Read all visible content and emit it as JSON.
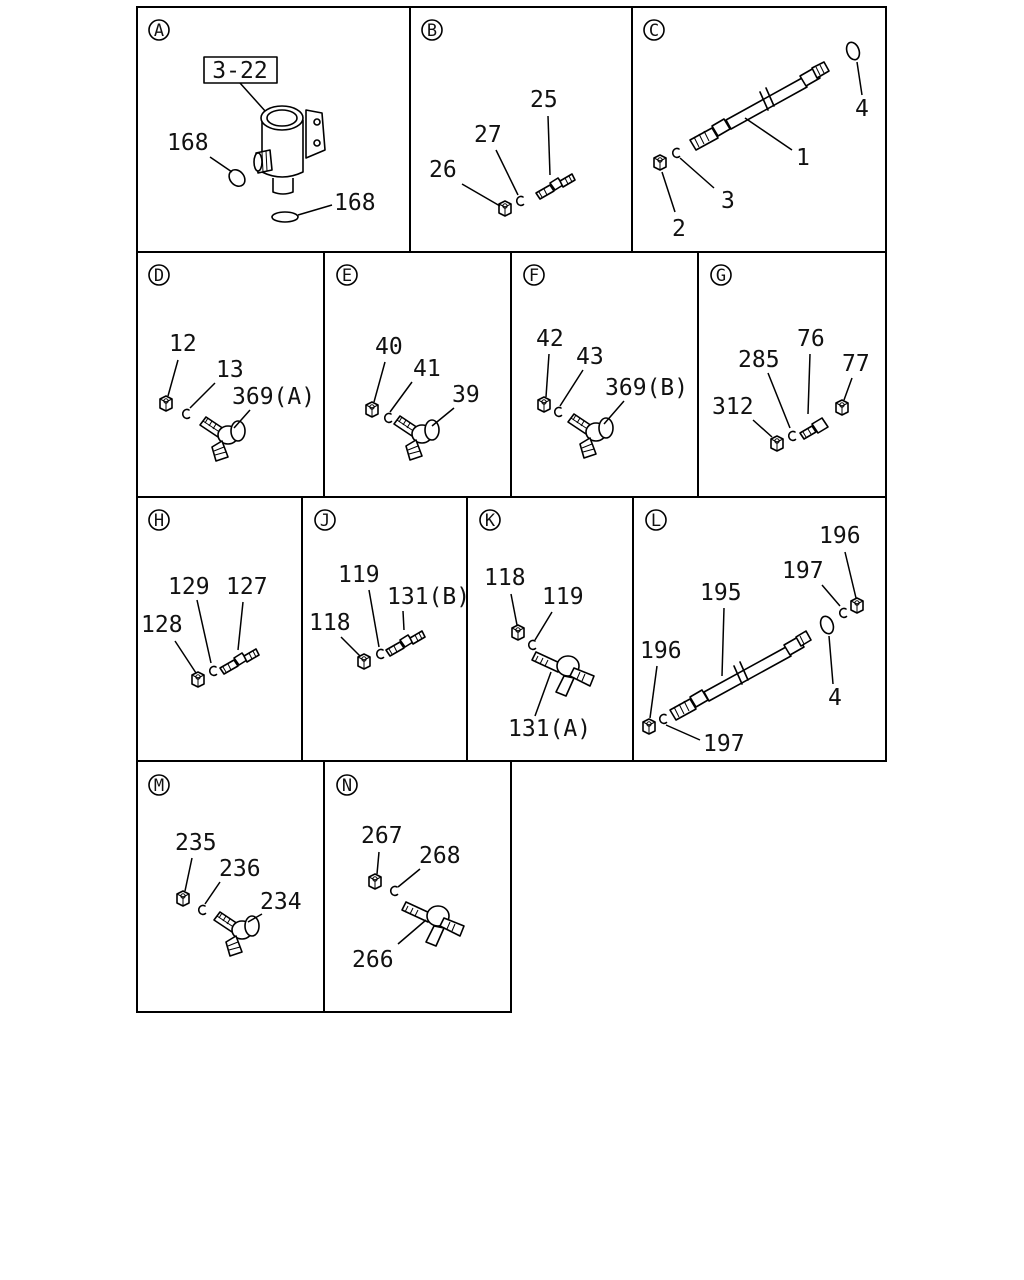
{
  "panels": [
    {
      "id": "A",
      "labels": [
        "3-22",
        "168",
        "168"
      ]
    },
    {
      "id": "B",
      "labels": [
        "25",
        "27",
        "26"
      ]
    },
    {
      "id": "C",
      "labels": [
        "4",
        "1",
        "3",
        "2"
      ]
    },
    {
      "id": "D",
      "labels": [
        "12",
        "13",
        "369(A)"
      ]
    },
    {
      "id": "E",
      "labels": [
        "40",
        "41",
        "39"
      ]
    },
    {
      "id": "F",
      "labels": [
        "42",
        "43",
        "369(B)"
      ]
    },
    {
      "id": "G",
      "labels": [
        "76",
        "285",
        "77",
        "312"
      ]
    },
    {
      "id": "H",
      "labels": [
        "129",
        "127",
        "128"
      ]
    },
    {
      "id": "J",
      "labels": [
        "119",
        "131(B)",
        "118"
      ]
    },
    {
      "id": "K",
      "labels": [
        "118",
        "119",
        "131(A)"
      ]
    },
    {
      "id": "L",
      "labels": [
        "196",
        "197",
        "195",
        "196",
        "4",
        "197"
      ]
    },
    {
      "id": "M",
      "labels": [
        "235",
        "236",
        "234"
      ]
    },
    {
      "id": "N",
      "labels": [
        "267",
        "268",
        "266"
      ]
    }
  ]
}
